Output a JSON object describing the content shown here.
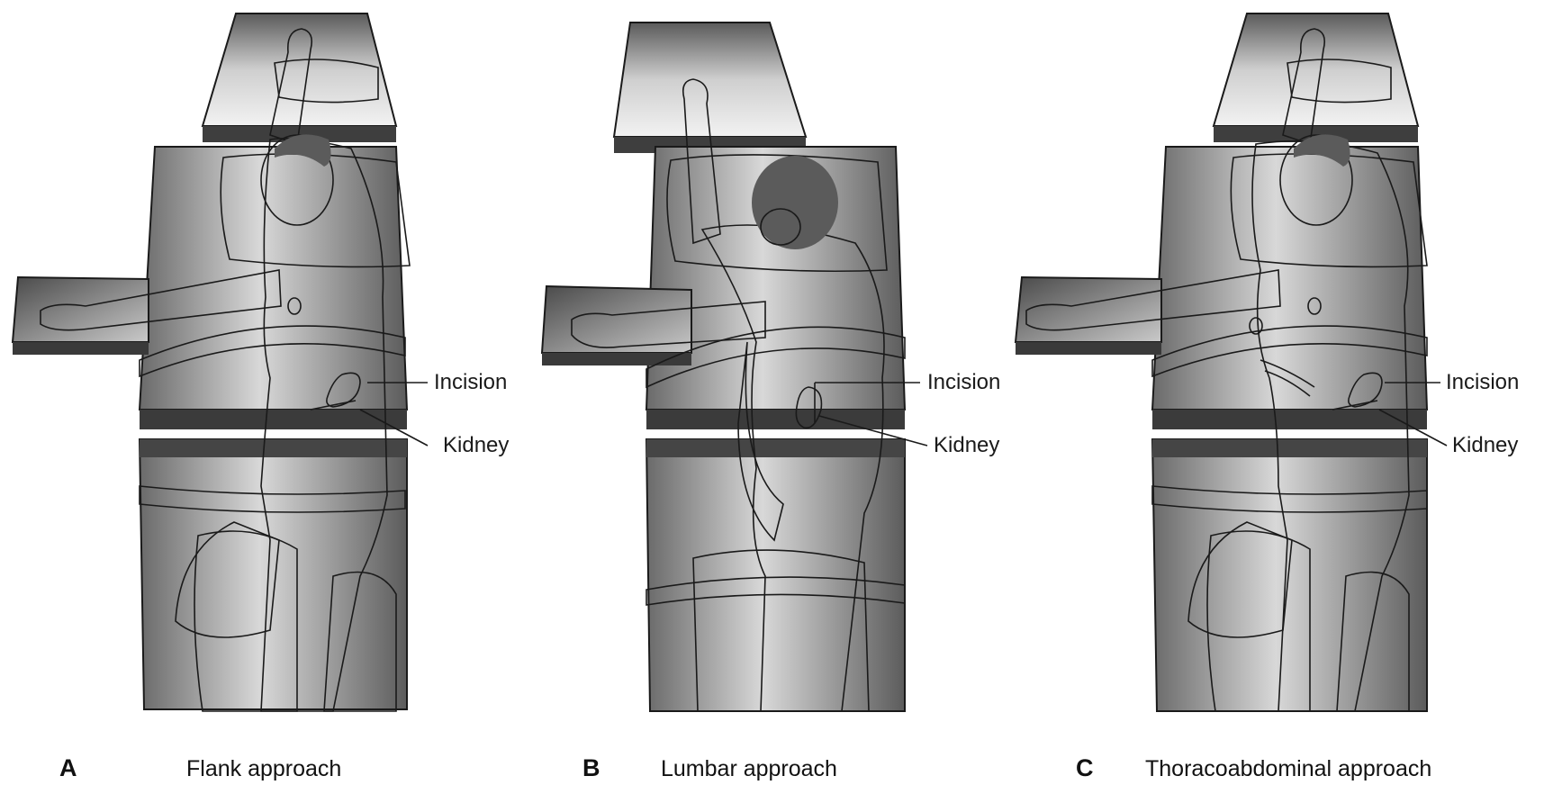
{
  "panels": [
    {
      "letter": "A",
      "caption": "Flank approach",
      "incision_label": "Incision",
      "kidney_label": "Kidney"
    },
    {
      "letter": "B",
      "caption": "Lumbar approach",
      "incision_label": "Incision",
      "kidney_label": "Kidney"
    },
    {
      "letter": "C",
      "caption": "Thoracoabdominal approach",
      "incision_label": "Incision",
      "kidney_label": "Kidney"
    }
  ],
  "colors": {
    "skin": "#f7dcc6",
    "kidney": "#e6a99b",
    "table_dark": "#4f4f4f",
    "table_light": "#dcdcdc",
    "hair": "#5b5b5b"
  }
}
